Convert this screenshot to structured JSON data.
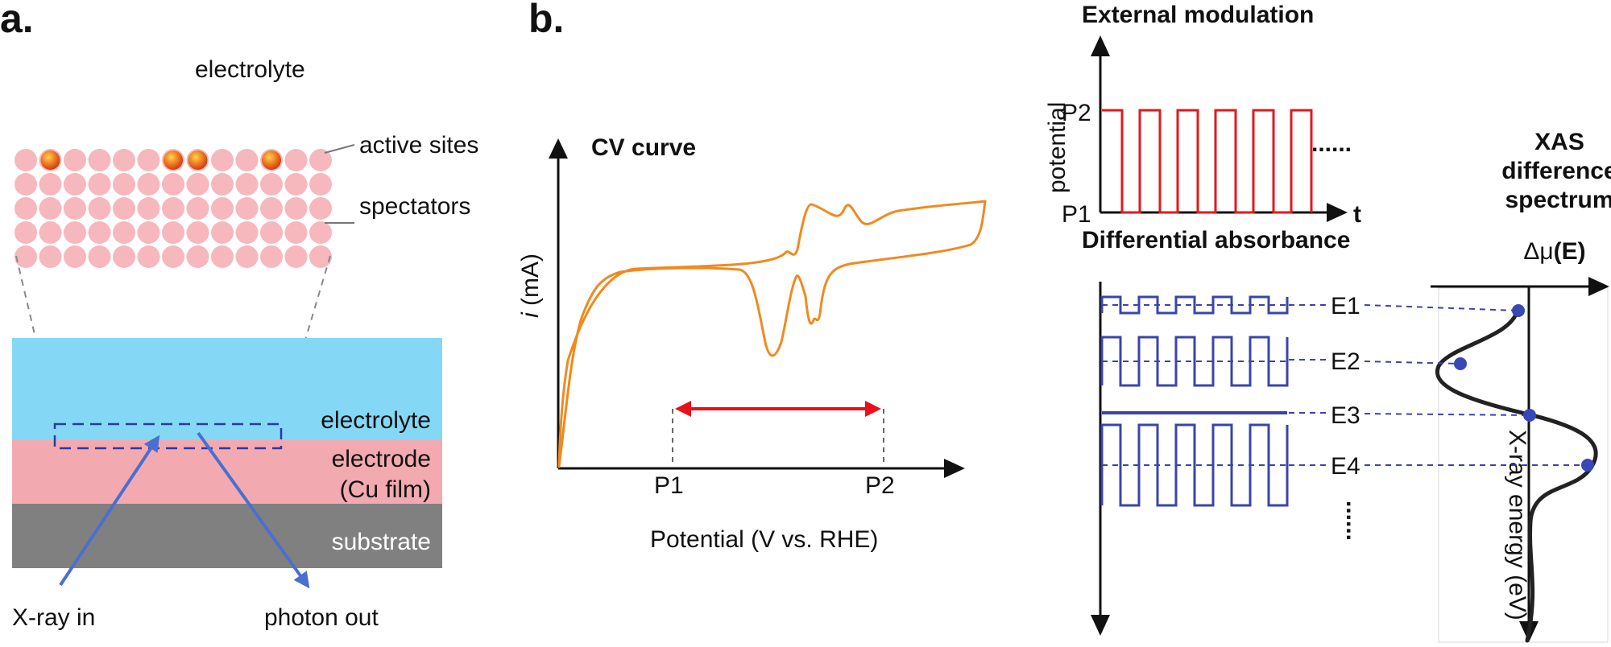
{
  "panel_a": {
    "letter": "a.",
    "electrolyte_top": "electrolyte",
    "active_sites": "active sites",
    "spectators": "spectators",
    "layer_electrolyte": "electrolyte",
    "layer_electrode_1": "electrode",
    "layer_electrode_2": "(Cu film)",
    "layer_substrate": "substrate",
    "xray_in": "X-ray in",
    "photon_out": "photon out",
    "colors": {
      "electrolyte": "#84d8f5",
      "electrode": "#f2aab0",
      "substrate": "#808080",
      "atom": "#f6b7bd",
      "active_site": "#e8571b",
      "arrow": "#4a6fd0",
      "dashed_box": "#2b3a9e"
    }
  },
  "panel_b": {
    "letter": "b.",
    "cv_title": "CV curve",
    "y_label_italic": "i",
    "y_label_rest": " (mA)",
    "x_label": "Potential (V vs. RHE)",
    "p1": "P1",
    "p2": "P2",
    "colors": {
      "cv": "#f08a1f",
      "range_arrow": "#e8101a"
    }
  },
  "panel_mod": {
    "title": "External modulation",
    "y_label": "potential",
    "p1": "P1",
    "p2": "P2",
    "t": "t",
    "ellipsis": "......",
    "color": "#e3191c"
  },
  "panel_diff": {
    "title": "Differential absorbance",
    "energies": [
      "E1",
      "E2",
      "E3",
      "E4"
    ],
    "ellipsis": "......",
    "color": "#3a45a8"
  },
  "panel_xas": {
    "title_1": "XAS",
    "title_2": "difference",
    "title_3": "spectrum",
    "delta_mu_prefix": "Δμ",
    "delta_mu_suffix": "(E)",
    "x_axis": "X-ray energy (eV)",
    "dot_color": "#3848b8"
  }
}
